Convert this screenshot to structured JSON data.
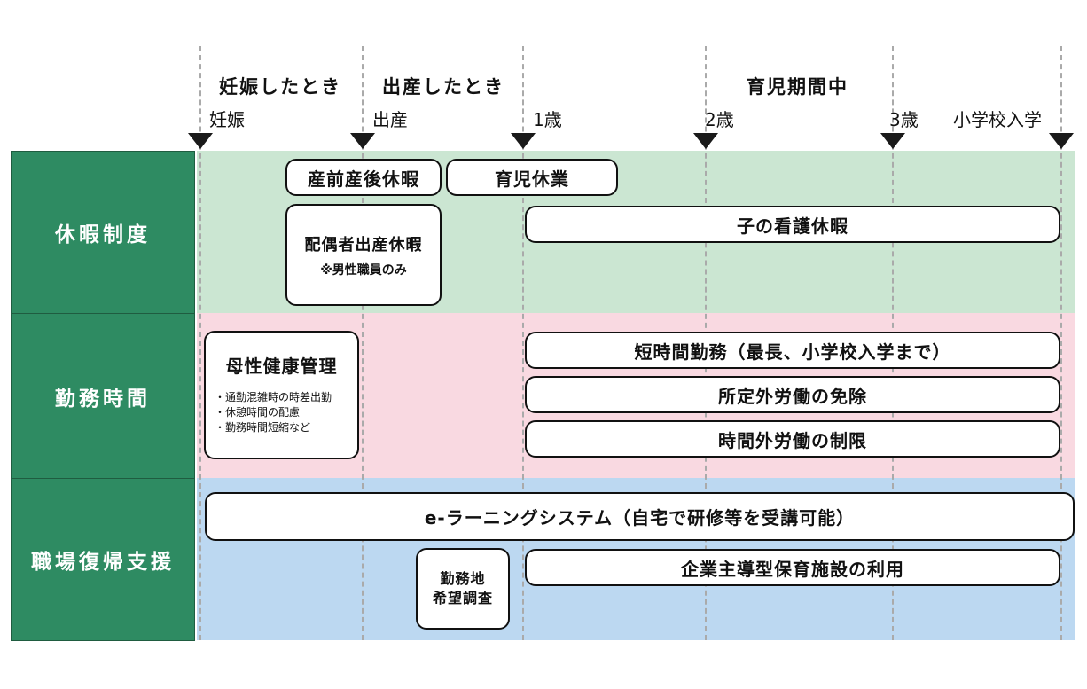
{
  "phases": {
    "pregnancy": "妊娠したとき",
    "birth": "出産したとき",
    "childcare": "育児期間中"
  },
  "milestones": [
    "妊娠",
    "出産",
    "1歳",
    "2歳",
    "3歳",
    "小学校入学"
  ],
  "colors": {
    "header_green": "#2e8b62",
    "leave_band": "#cbe6d2",
    "hours_band": "#f9d9e1",
    "return_band": "#bcd8f1"
  },
  "rows": {
    "leave": {
      "label": "休暇制度",
      "items": {
        "maternity": "産前産後休暇",
        "childcare_leave": "育児休業",
        "spouse_leave": "配偶者出産休暇",
        "spouse_note": "※男性職員のみ",
        "sick_child": "子の看護休暇"
      }
    },
    "hours": {
      "label": "勤務時間",
      "items": {
        "maternal_health": "母性健康管理",
        "maternal_notes": [
          "・通勤混雑時の時差出勤",
          "・休憩時間の配慮",
          "・勤務時間短縮など"
        ],
        "short_hours": "短時間勤務（最長、小学校入学まで）",
        "overtime_exempt": "所定外労働の免除",
        "overtime_limit": "時間外労働の制限"
      }
    },
    "return": {
      "label": "職場復帰支援",
      "items": {
        "elearning": "e-ラーニングシステム（自宅で研修等を受講可能）",
        "location_survey_1": "勤務地",
        "location_survey_2": "希望調査",
        "daycare": "企業主導型保育施設の利用"
      }
    }
  }
}
